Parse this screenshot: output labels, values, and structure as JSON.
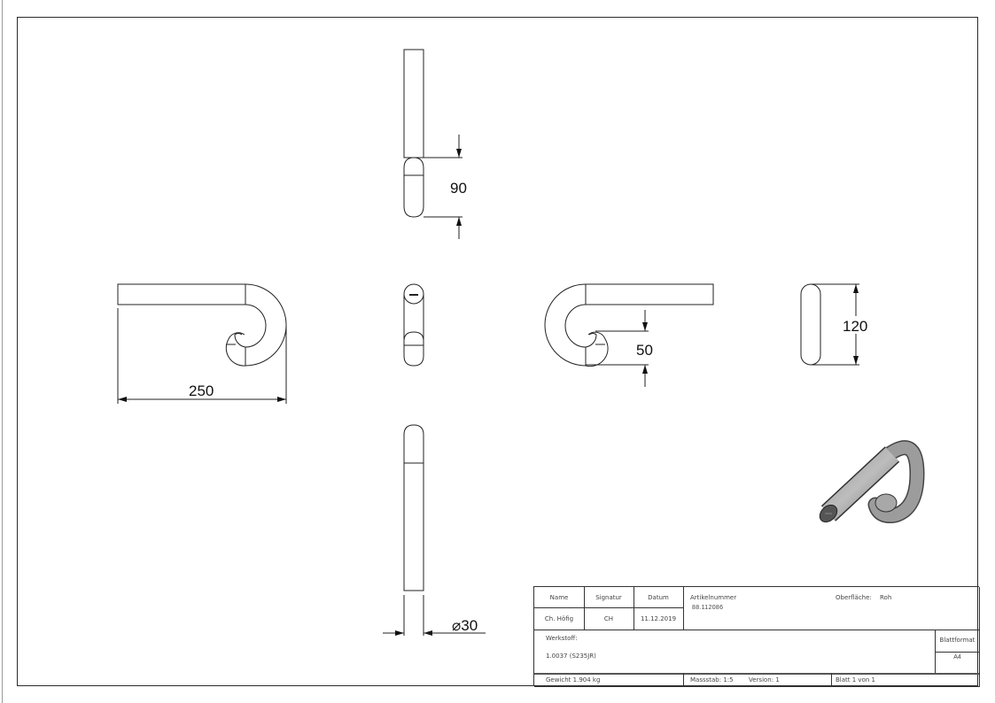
{
  "drawing": {
    "dimensions": {
      "top_view_height": "90",
      "side_width": "250",
      "front_spiral_gap": "50",
      "end_view_height": "120",
      "diameter": "⌀30"
    },
    "iso_view": "isometric-3d-hook"
  },
  "title_block": {
    "headers": {
      "name": "Name",
      "signatur": "Signatur",
      "datum": "Datum"
    },
    "values": {
      "name": "Ch. Höfig",
      "signatur": "CH",
      "datum": "11.12.2019"
    },
    "artikelnummer_label": "Artikelnummer",
    "artikelnummer": "88.112086",
    "oberflaeche_label": "Oberfläche:",
    "oberflaeche_value": "Roh",
    "werkstoff_label": "Werkstoff:",
    "werkstoff_value": "1.0037 (S235JR)",
    "blattformat_label": "Blattformat",
    "blattformat_value": "A4",
    "gewicht": "Gewicht 1.904 kg",
    "massstab": "Massstab: 1:5",
    "version": "Version: 1",
    "blatt": "Blatt 1 von 1"
  }
}
